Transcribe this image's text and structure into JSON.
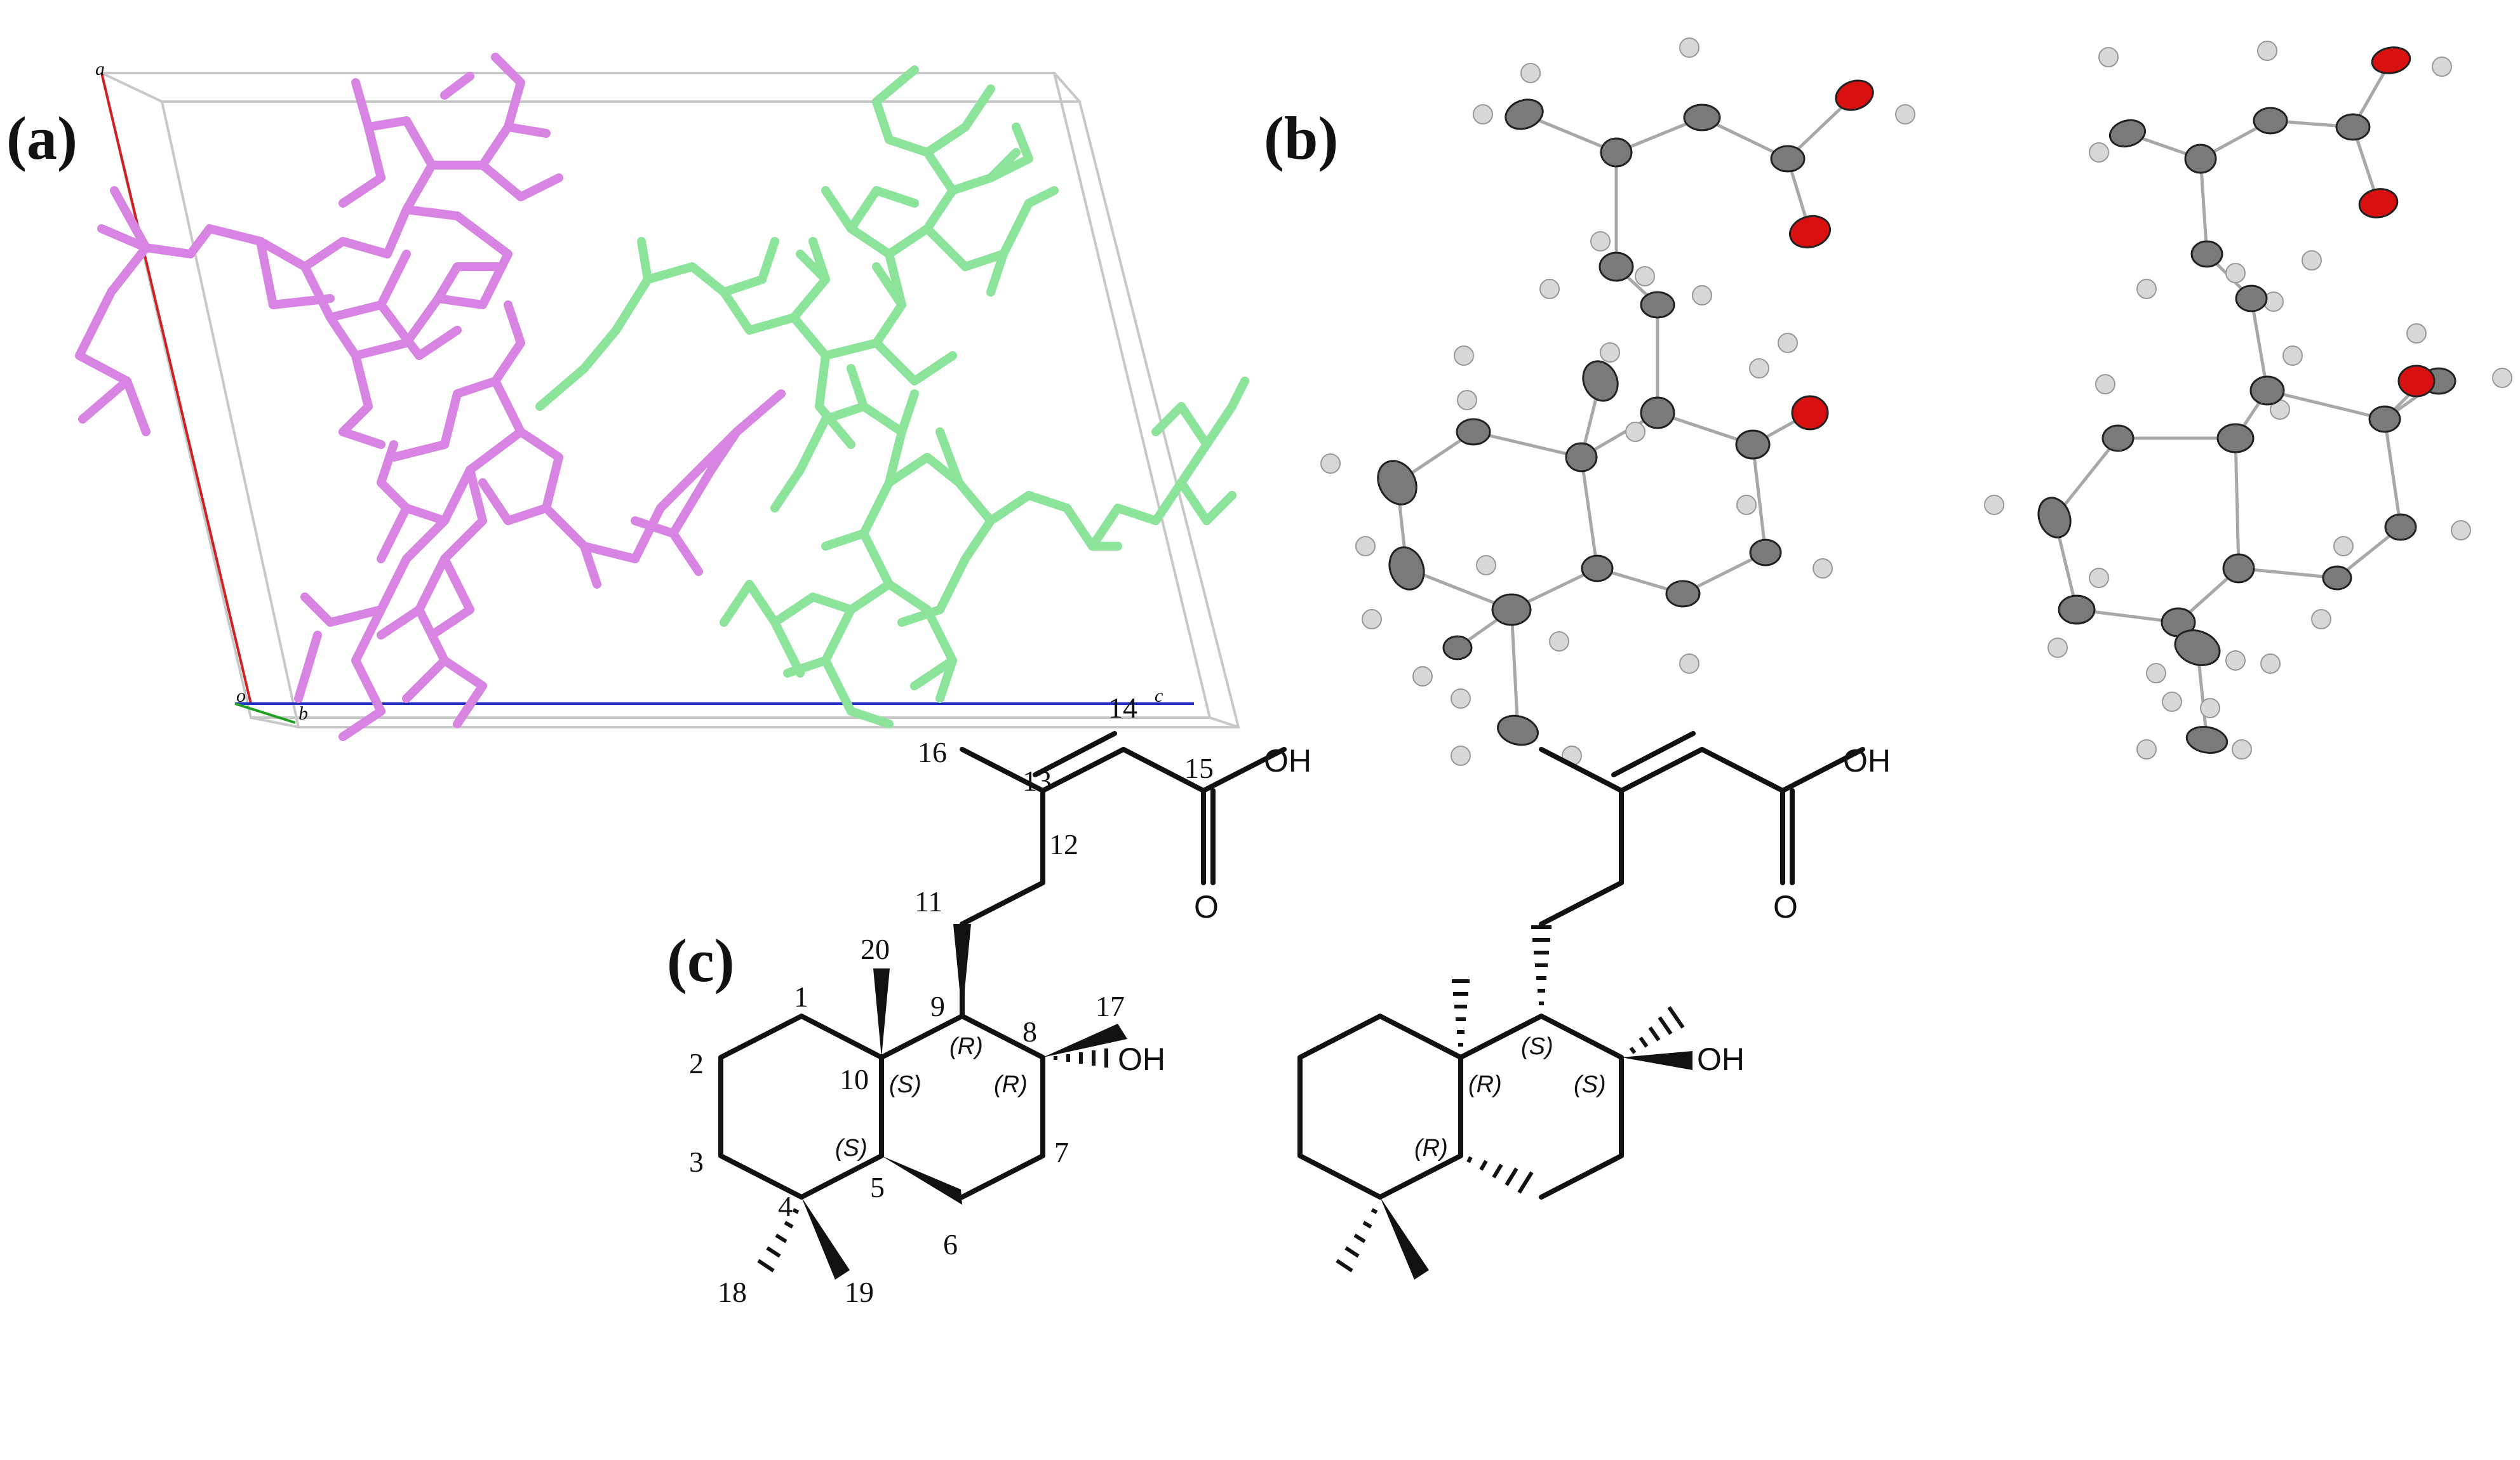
{
  "panels": {
    "a": {
      "label": "(a)",
      "axes": {
        "a": "a",
        "b": "b",
        "c": "c",
        "o": "o"
      }
    },
    "b": {
      "label": "(b)"
    },
    "c": {
      "label": "(c)"
    }
  },
  "colors": {
    "molecule_1": "#d884e3",
    "molecule_2": "#8ce49a",
    "axis_a": "#d22020",
    "axis_b": "#20a020",
    "axis_c": "#2030c0",
    "oxygen": "#d81010",
    "carbon": "#7a7a7a",
    "hydrogen": "#d8d8d8",
    "bond": "#111111"
  },
  "structure_left": {
    "atom_numbers": [
      "1",
      "2",
      "3",
      "4",
      "5",
      "6",
      "7",
      "8",
      "9",
      "10",
      "11",
      "12",
      "13",
      "14",
      "15",
      "16",
      "17",
      "18",
      "19",
      "20"
    ],
    "stereo": {
      "c9": "(R)",
      "c8": "(R)",
      "c10": "(S)",
      "c5": "(S)"
    },
    "groups": {
      "oh_side": "OH",
      "oh_acid": "OH",
      "carbonyl_o": "O"
    }
  },
  "structure_right": {
    "stereo": {
      "c9": "(S)",
      "c8": "(S)",
      "c10": "(R)",
      "c5": "(R)"
    },
    "groups": {
      "oh_side": "OH",
      "oh_acid": "OH",
      "carbonyl_o": "O"
    }
  }
}
